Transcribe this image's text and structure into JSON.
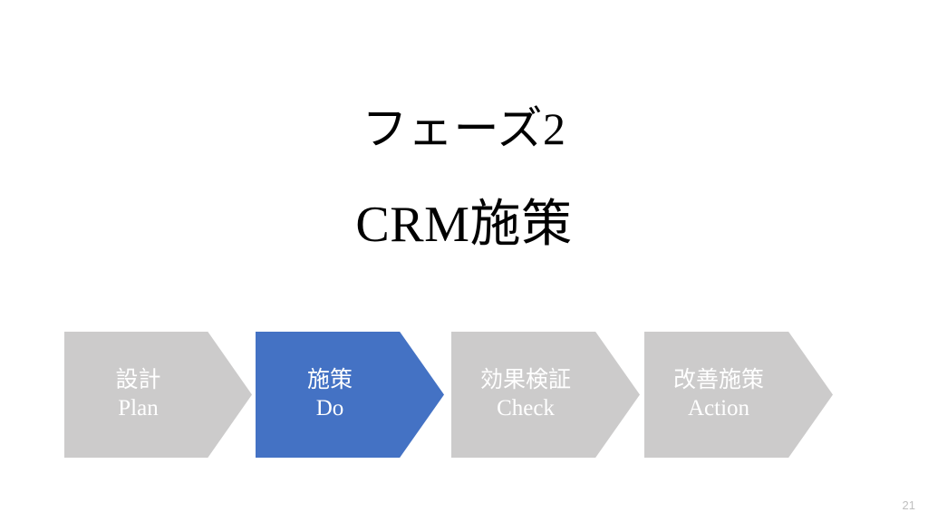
{
  "slide": {
    "background_color": "#FFFFFF",
    "page_number": "21"
  },
  "title": {
    "line1": "フェーズ2",
    "line2": "CRM施策",
    "color": "#000000"
  },
  "pdca": {
    "active_index": 1,
    "active_color": "#4472C4",
    "inactive_color": "#CCCBCB",
    "label_color": "#FFFFFF",
    "steps": [
      {
        "id": "plan",
        "jp": "設計",
        "en": "Plan",
        "fill": "#CCCBCB",
        "active": false
      },
      {
        "id": "do",
        "jp": "施策",
        "en": "Do",
        "fill": "#4472C4",
        "active": true
      },
      {
        "id": "check",
        "jp": "効果検証",
        "en": "Check",
        "fill": "#CCCBCB",
        "active": false
      },
      {
        "id": "action",
        "jp": "改善施策",
        "en": "Action",
        "fill": "#CCCBCB",
        "active": false
      }
    ]
  }
}
